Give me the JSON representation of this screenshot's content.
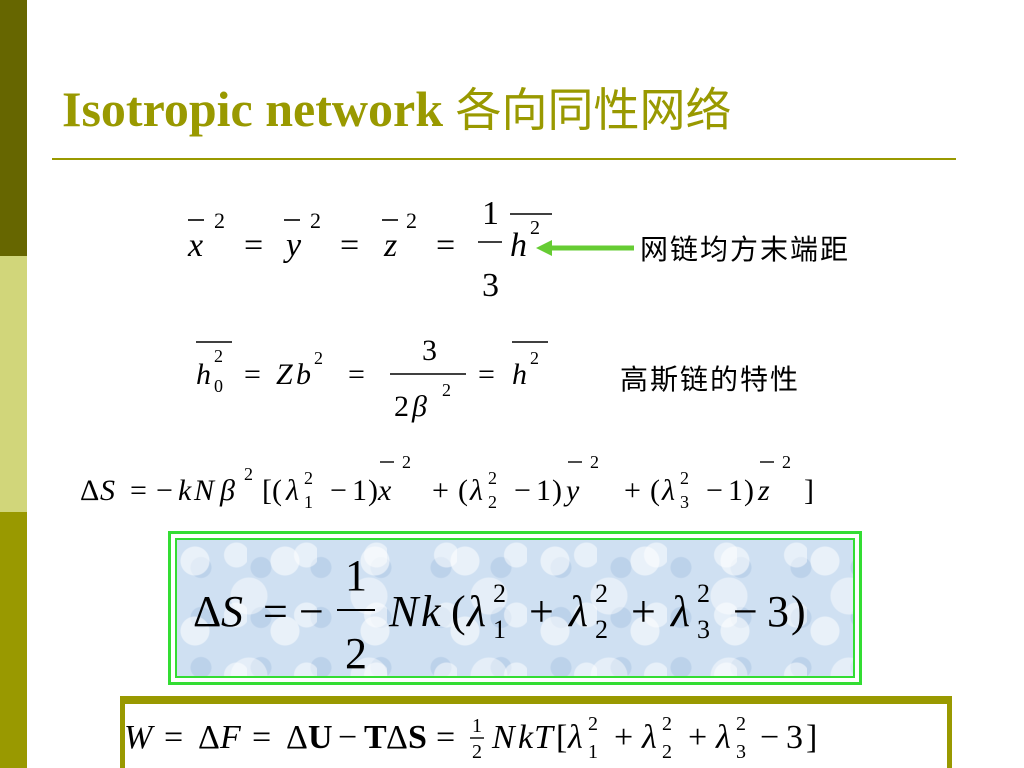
{
  "slide": {
    "title_en": "Isotropic network",
    "title_cn": "各向同性网络"
  },
  "notes": {
    "mean_square_end_distance": "网链均方末端距",
    "gaussian_chain_property": "高斯链的特性"
  },
  "equations": {
    "eq1": {
      "x": "x",
      "y": "y",
      "z": "z",
      "h": "h",
      "sup": "2",
      "eq": "=",
      "num": "1",
      "den": "3"
    },
    "eq2": {
      "h": "h",
      "sub0": "0",
      "Z": "Z",
      "b": "b",
      "sup": "2",
      "num": "3",
      "den2": "2",
      "beta": "β",
      "eq": "="
    },
    "eq3": {
      "delta": "Δ",
      "S": "S",
      "k": "k",
      "N": "N",
      "beta": "β",
      "lambda": "λ",
      "one": "1",
      "two": "2",
      "three": "3"
    },
    "eq4": {
      "delta": "Δ",
      "S": "S",
      "N": "N",
      "k": "k",
      "lambda": "λ",
      "num": "1",
      "den": "2",
      "three": "3"
    },
    "eq5": {
      "W": "W",
      "F": "F",
      "U": "U",
      "T": "T",
      "S": "S",
      "N": "N",
      "k": "k",
      "delta": "Δ",
      "lambda": "λ",
      "half_num": "1",
      "half_den": "2",
      "three": "3"
    }
  },
  "colors": {
    "olive_dark": "#666600",
    "olive_light": "#d1d67a",
    "olive": "#999900",
    "arrow_green": "#66cc33",
    "box_green": "#33dd33",
    "box_fill": "#cfe0f2"
  }
}
